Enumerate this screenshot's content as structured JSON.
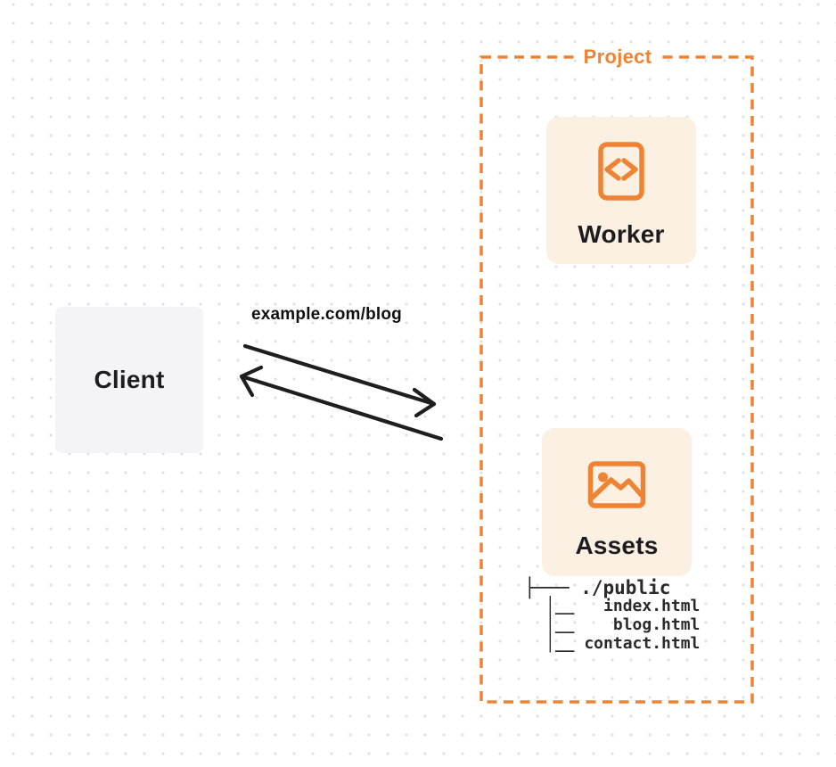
{
  "diagram": {
    "client": {
      "label": "Client"
    },
    "request_label": "example.com/blog",
    "project": {
      "label": "Project",
      "worker_card": {
        "label": "Worker",
        "icon": "code-icon"
      },
      "assets_card": {
        "label": "Assets",
        "icon": "image-icon"
      },
      "file_tree": {
        "root": "./public",
        "files": [
          "index.html",
          "blog.html",
          "contact.html"
        ],
        "display_lines": {
          "root": "├─── ./public",
          "file0": "│__   index.html",
          "file1": "│__    blog.html",
          "file2": "│__ contact.html"
        }
      }
    },
    "colors": {
      "accent_orange": "#EE8334",
      "card_background": "#FBF0E2",
      "client_background": "#F4F4F6",
      "arrow_black": "#1E1E1E",
      "label_dark": "#1D1D1F",
      "dot_grid": "#E1E1E1",
      "canvas_background": "#FFFFFF"
    }
  }
}
